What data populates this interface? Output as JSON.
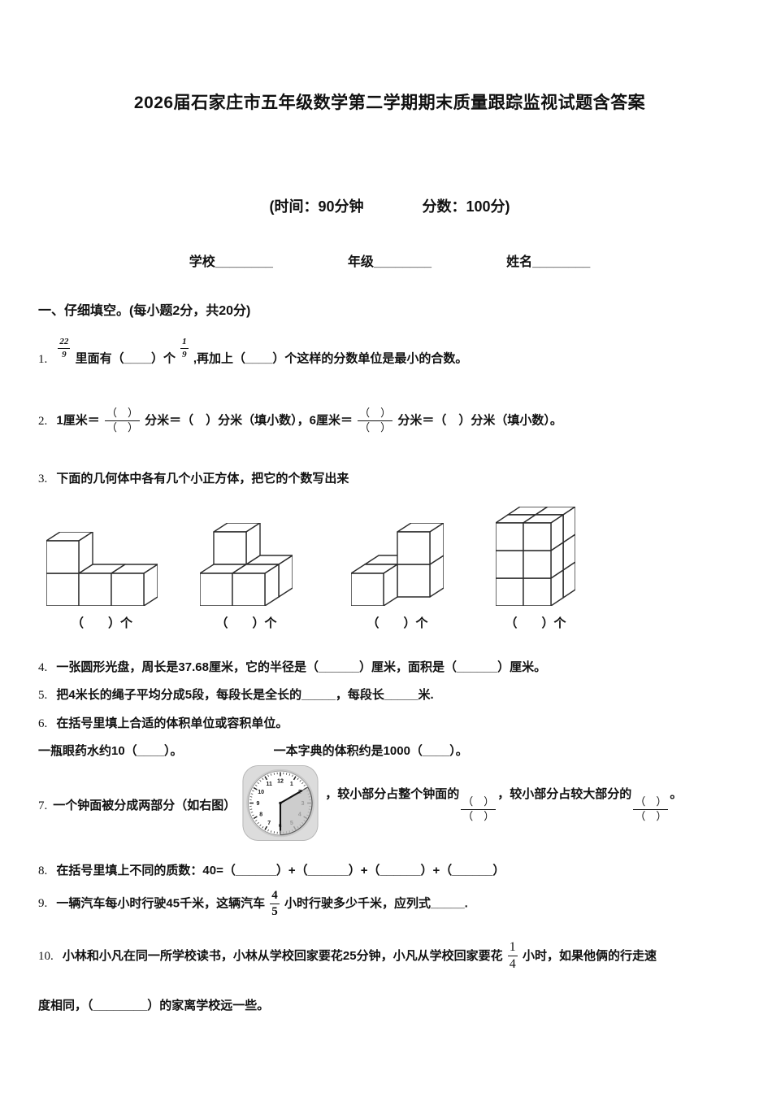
{
  "page": {
    "title": "2026届石家庄市五年级数学第二学期期末质量跟踪监视试题含答案",
    "time_label": "(时间：90分钟",
    "score_label": "分数：100分)",
    "fields": {
      "school": "学校________",
      "grade": "年级________",
      "name": "姓名________"
    }
  },
  "section1": {
    "heading": "一、仔细填空。(每小题2分，共20分)"
  },
  "q1": {
    "num": "1.",
    "frac1": {
      "n": "22",
      "d": "9"
    },
    "t1": "里面有（____）个",
    "frac2": {
      "n": "1",
      "d": "9"
    },
    "t2": ",再加上（____）个这样的分数单位是最小的合数。"
  },
  "q2": {
    "num": "2.",
    "t1": "1厘米＝",
    "f1": {
      "n": "（　）",
      "d": "（　）"
    },
    "t2": "分米＝（　）分米（填小数），6厘米＝",
    "f2": {
      "n": "（　）",
      "d": "（　）"
    },
    "t3": "分米＝（　）分米（填小数）。"
  },
  "q3": {
    "num": "3.",
    "text": "下面的几何体中各有几个小正方体，把它的个数写出来",
    "figures": [
      {
        "label": "（　　）个",
        "cubes": [
          [
            0,
            0,
            0
          ],
          [
            1,
            0,
            0
          ],
          [
            2,
            0,
            0
          ],
          [
            0,
            0,
            1
          ]
        ]
      },
      {
        "label": "（　　）个",
        "cubes": [
          [
            0,
            1,
            0
          ],
          [
            1,
            1,
            0
          ],
          [
            0,
            0,
            0
          ],
          [
            1,
            0,
            0
          ],
          [
            0,
            1,
            1
          ]
        ]
      },
      {
        "label": "（　　）个",
        "cubes": [
          [
            0,
            0,
            0
          ],
          [
            0,
            1,
            0
          ],
          [
            1,
            1,
            0
          ],
          [
            1,
            1,
            1
          ]
        ]
      },
      {
        "label": "（　　）个",
        "cubes": [
          [
            0,
            1,
            0
          ],
          [
            1,
            1,
            0
          ],
          [
            0,
            1,
            1
          ],
          [
            1,
            1,
            1
          ],
          [
            0,
            1,
            2
          ],
          [
            1,
            1,
            2
          ],
          [
            0,
            0,
            0
          ],
          [
            1,
            0,
            0
          ],
          [
            0,
            0,
            1
          ],
          [
            1,
            0,
            1
          ],
          [
            0,
            0,
            2
          ],
          [
            1,
            0,
            2
          ]
        ]
      }
    ]
  },
  "q4": {
    "num": "4.",
    "text": "一张圆形光盘，周长是37.68厘米，它的半径是（______）厘米，面积是（______）厘米。"
  },
  "q5": {
    "num": "5.",
    "text": "把4米长的绳子平均分成5段，每段长是全长的_____，每段长_____米."
  },
  "q6": {
    "num": "6.",
    "text": "在括号里填上合适的体积单位或容积单位。",
    "line2a": "一瓶眼药水约10（____）。",
    "line2b": "一本字典的体积约是1000（____）。"
  },
  "q7": {
    "num": "7.",
    "t1": "一个钟面被分成两部分（如右图）",
    "t2": "，较小部分占整个钟面的",
    "f1": {
      "n": "（　）",
      "d": "（　）"
    },
    "t3": "，较小部分占较大部分的",
    "f2": {
      "n": "（　）",
      "d": "（　）"
    },
    "t4": "。",
    "clock": {
      "numbers": [
        "1",
        "2",
        "3",
        "4",
        "5",
        "6",
        "7",
        "8",
        "9",
        "10",
        "11",
        "12"
      ]
    }
  },
  "q8": {
    "num": "8.",
    "text": "在括号里填上不同的质数：40=（______）+（______）+（______）+（______）"
  },
  "q9": {
    "num": "9.",
    "t1": "一辆汽车每小时行驶45千米，这辆汽车",
    "frac": {
      "n": "4",
      "d": "5"
    },
    "t2": "小时行驶多少千米，应列式_____."
  },
  "q10": {
    "num": "10.",
    "t1": "小林和小凡在同一所学校读书，小林从学校回家要花25分钟，小凡从学校回家要花",
    "frac": {
      "n": "1",
      "d": "4"
    },
    "t2": "小时，如果他俩的行走速",
    "line2": "度相同，（________）的家离学校远一些。"
  }
}
